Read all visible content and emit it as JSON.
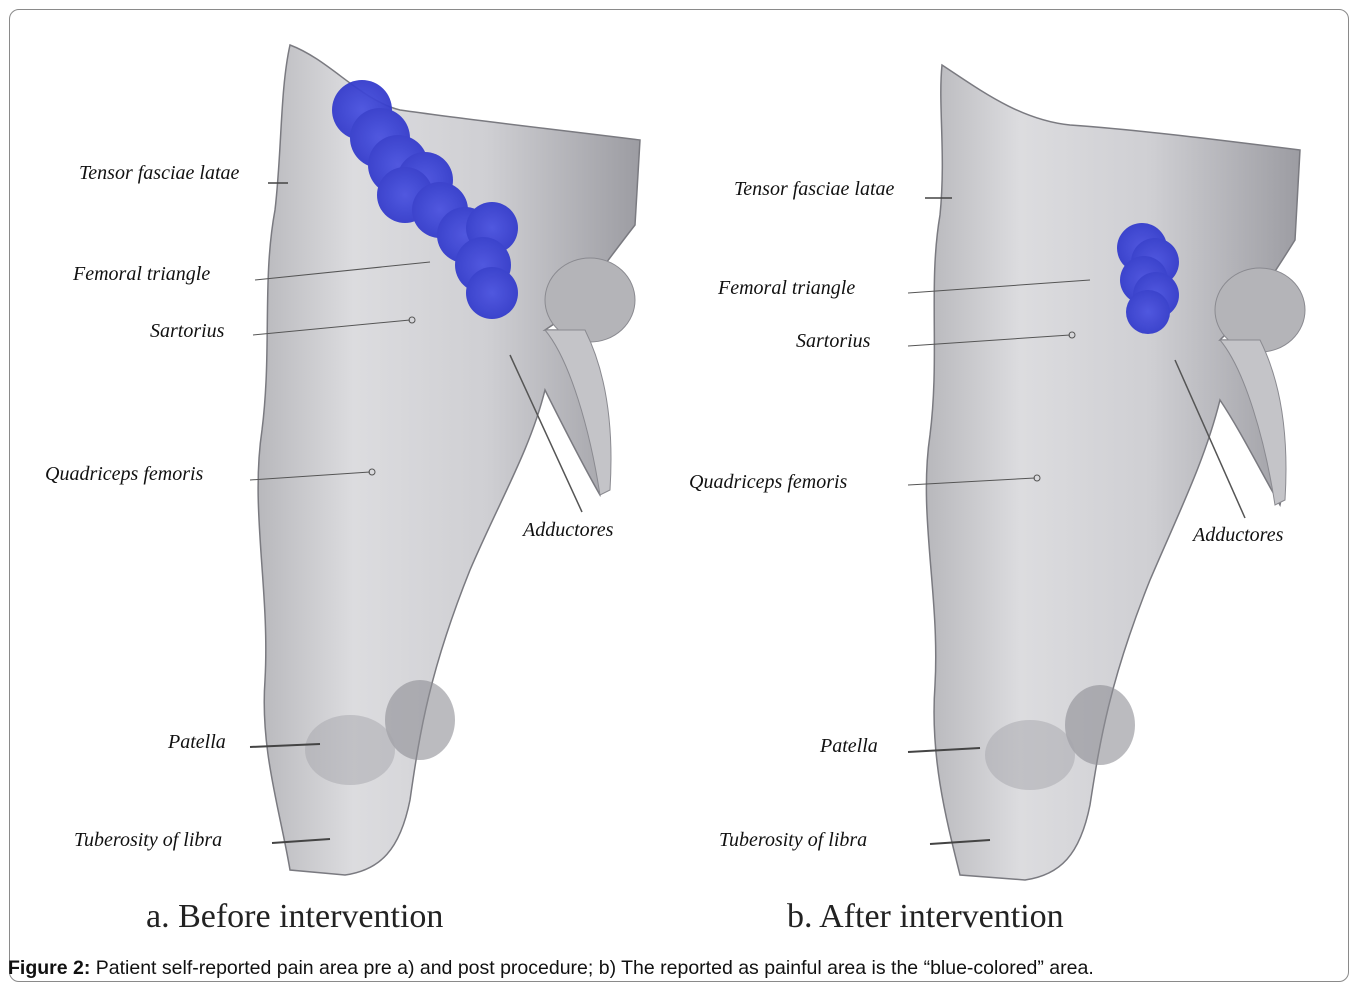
{
  "figure": {
    "panels": [
      {
        "id": "a",
        "subtitle": "a. Before intervention",
        "labels": {
          "tensor": "Tensor fasciae latae",
          "femoral": "Femoral triangle",
          "sartorius": "Sartorius",
          "quadriceps": "Quadriceps femoris",
          "adductores": "Adductores",
          "patella": "Patella",
          "tuberosity": "Tuberosity of libra"
        },
        "pain_area_color": "#3f47d8"
      },
      {
        "id": "b",
        "subtitle": "b. After intervention",
        "labels": {
          "tensor": "Tensor fasciae latae",
          "femoral": "Femoral triangle",
          "sartorius": "Sartorius",
          "quadriceps": "Quadriceps femoris",
          "adductores": "Adductores",
          "patella": "Patella",
          "tuberosity": "Tuberosity of libra"
        },
        "pain_area_color": "#3f47d8"
      }
    ],
    "caption": {
      "lead": "Figure 2:",
      "text": " Patient self-reported pain area pre a) and post procedure; b) The reported as painful area is the “blue-colored” area."
    }
  }
}
